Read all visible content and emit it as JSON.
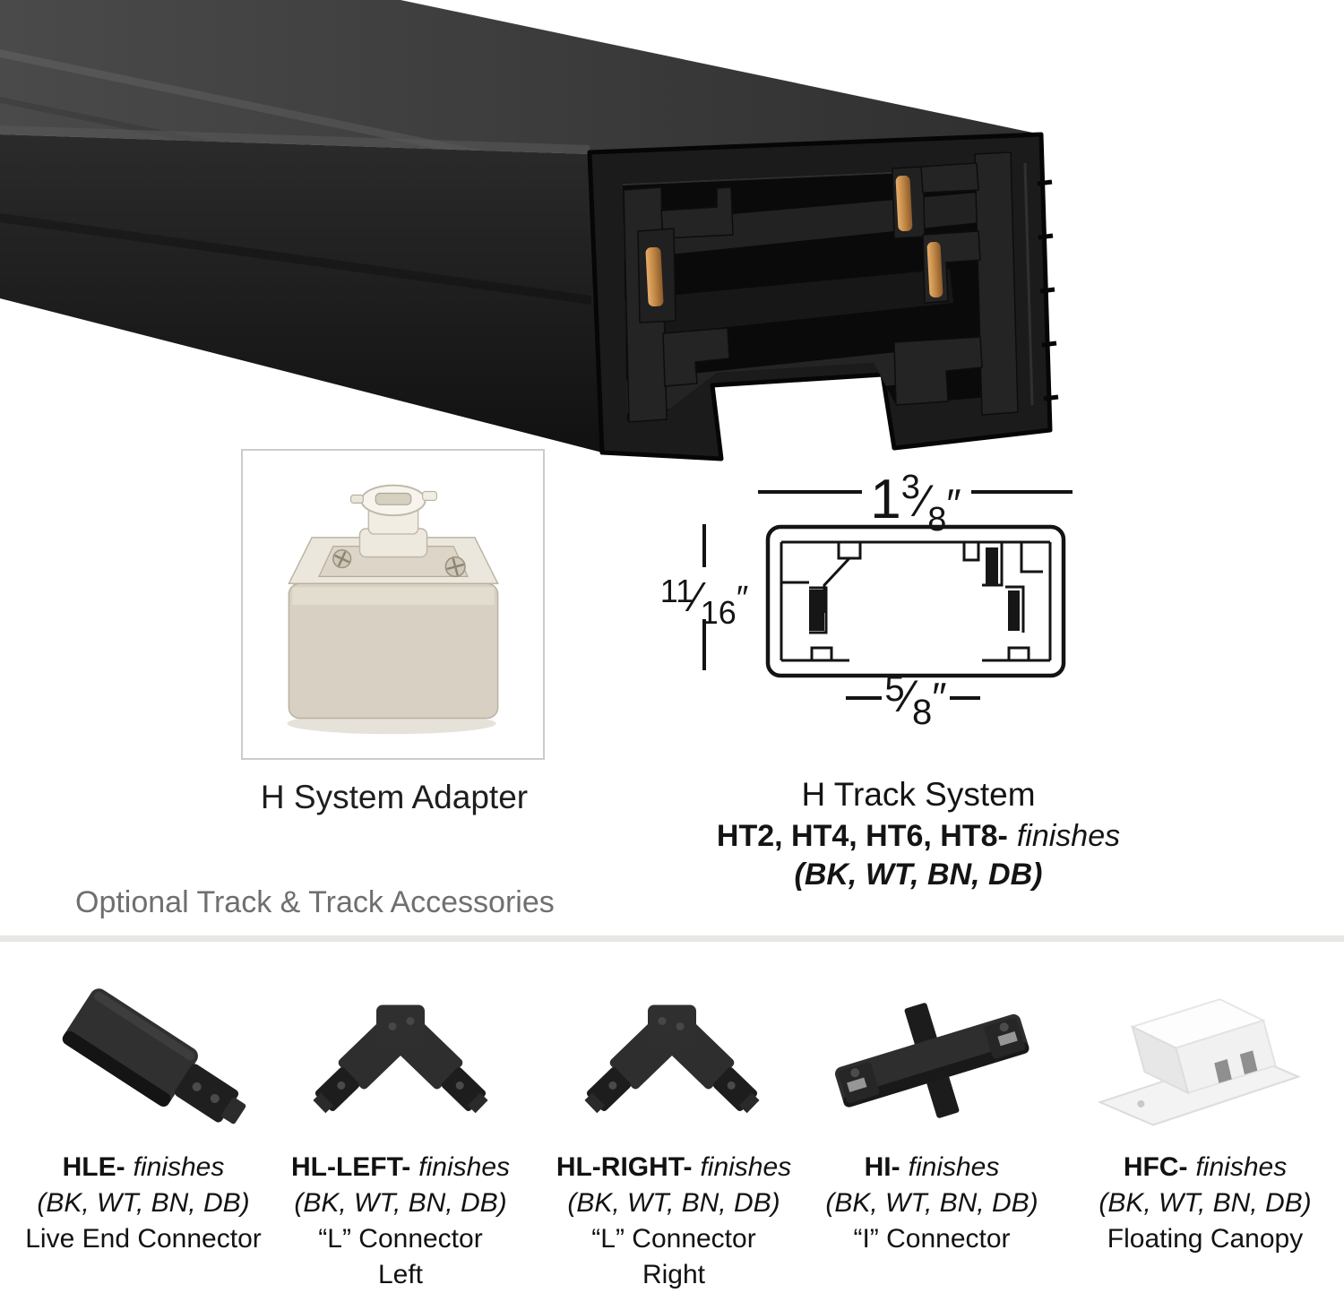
{
  "colors": {
    "rail_black": "#1b1b1b",
    "copper": "#c28a54",
    "divider": "#e7e7e5",
    "muted_text": "#6f6f6f",
    "label_text": "#121212",
    "frame_border": "#cccccc"
  },
  "adapter": {
    "label": "H System Adapter"
  },
  "diagram": {
    "title": "H Track System",
    "models": "HT2, HT4, HT6, HT8-",
    "models_finishes_word": "finishes",
    "finish_codes": "(BK, WT, BN, DB)",
    "dimensions": {
      "slash": "⁄",
      "unit": "″",
      "width": {
        "whole": "1",
        "numerator": "3",
        "denominator": "8"
      },
      "height": {
        "numerator": "11",
        "denominator": "16"
      },
      "slot": {
        "numerator": "5",
        "denominator": "8"
      }
    }
  },
  "accessories_header": {
    "label": "Optional Track & Track Accessories"
  },
  "accessories": [
    {
      "code": "HLE-",
      "finishes_word": "finishes",
      "finish_codes": "(BK, WT, BN, DB)",
      "desc": [
        "Live End Connector"
      ],
      "icon": "live-end-connector-icon"
    },
    {
      "code": "HL-LEFT-",
      "finishes_word": "finishes",
      "finish_codes": "(BK, WT, BN, DB)",
      "desc": [
        "“L”  Connector",
        "Left"
      ],
      "icon": "l-connector-left-icon"
    },
    {
      "code": "HL-RIGHT-",
      "finishes_word": "finishes",
      "finish_codes": "(BK, WT, BN, DB)",
      "desc": [
        "“L”  Connector",
        "Right"
      ],
      "icon": "l-connector-right-icon"
    },
    {
      "code": "HI-",
      "finishes_word": "finishes",
      "finish_codes": "(BK, WT, BN, DB)",
      "desc": [
        "“I” Connector"
      ],
      "icon": "i-connector-icon"
    },
    {
      "code": "HFC-",
      "finishes_word": "finishes",
      "finish_codes": "(BK, WT, BN, DB)",
      "desc": [
        "Floating Canopy"
      ],
      "icon": "floating-canopy-icon"
    }
  ]
}
